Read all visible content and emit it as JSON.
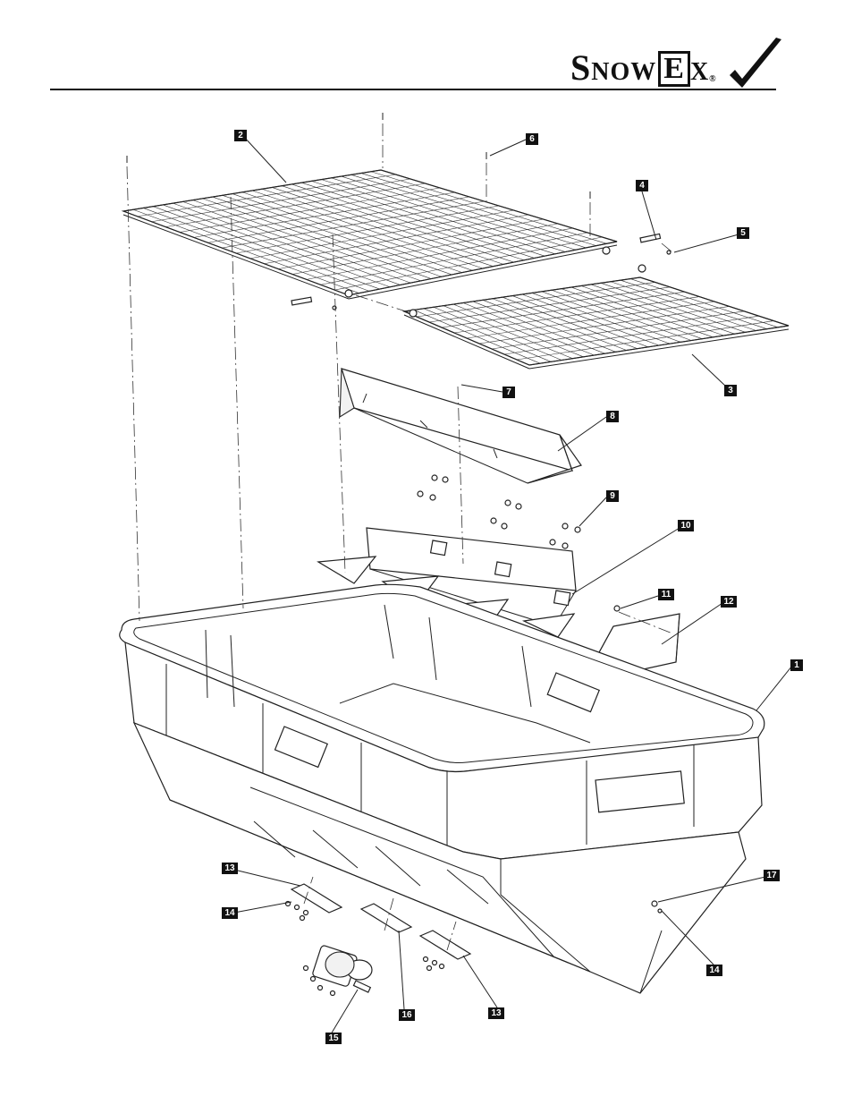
{
  "brand": {
    "logo_text_prefix": "S",
    "logo_text_mid": "NOW",
    "logo_text_boxed": "E",
    "logo_text_suffix": "X",
    "registered": "®"
  },
  "callouts": [
    {
      "id": "c2",
      "label": "2"
    },
    {
      "id": "c6",
      "label": "6"
    },
    {
      "id": "c4",
      "label": "4"
    },
    {
      "id": "c5",
      "label": "5"
    },
    {
      "id": "c3",
      "label": "3"
    },
    {
      "id": "c7",
      "label": "7"
    },
    {
      "id": "c8",
      "label": "8"
    },
    {
      "id": "c9",
      "label": "9"
    },
    {
      "id": "c10",
      "label": "10"
    },
    {
      "id": "c11",
      "label": "11"
    },
    {
      "id": "c12",
      "label": "12"
    },
    {
      "id": "c1",
      "label": "1"
    },
    {
      "id": "c13a",
      "label": "13"
    },
    {
      "id": "c14a",
      "label": "14"
    },
    {
      "id": "c17",
      "label": "17"
    },
    {
      "id": "c14b",
      "label": "14"
    },
    {
      "id": "c16",
      "label": "16"
    },
    {
      "id": "c13b",
      "label": "13"
    },
    {
      "id": "c15",
      "label": "15"
    }
  ],
  "colors": {
    "ink": "#111111",
    "callout_fill": "#111111",
    "paper": "#ffffff"
  }
}
